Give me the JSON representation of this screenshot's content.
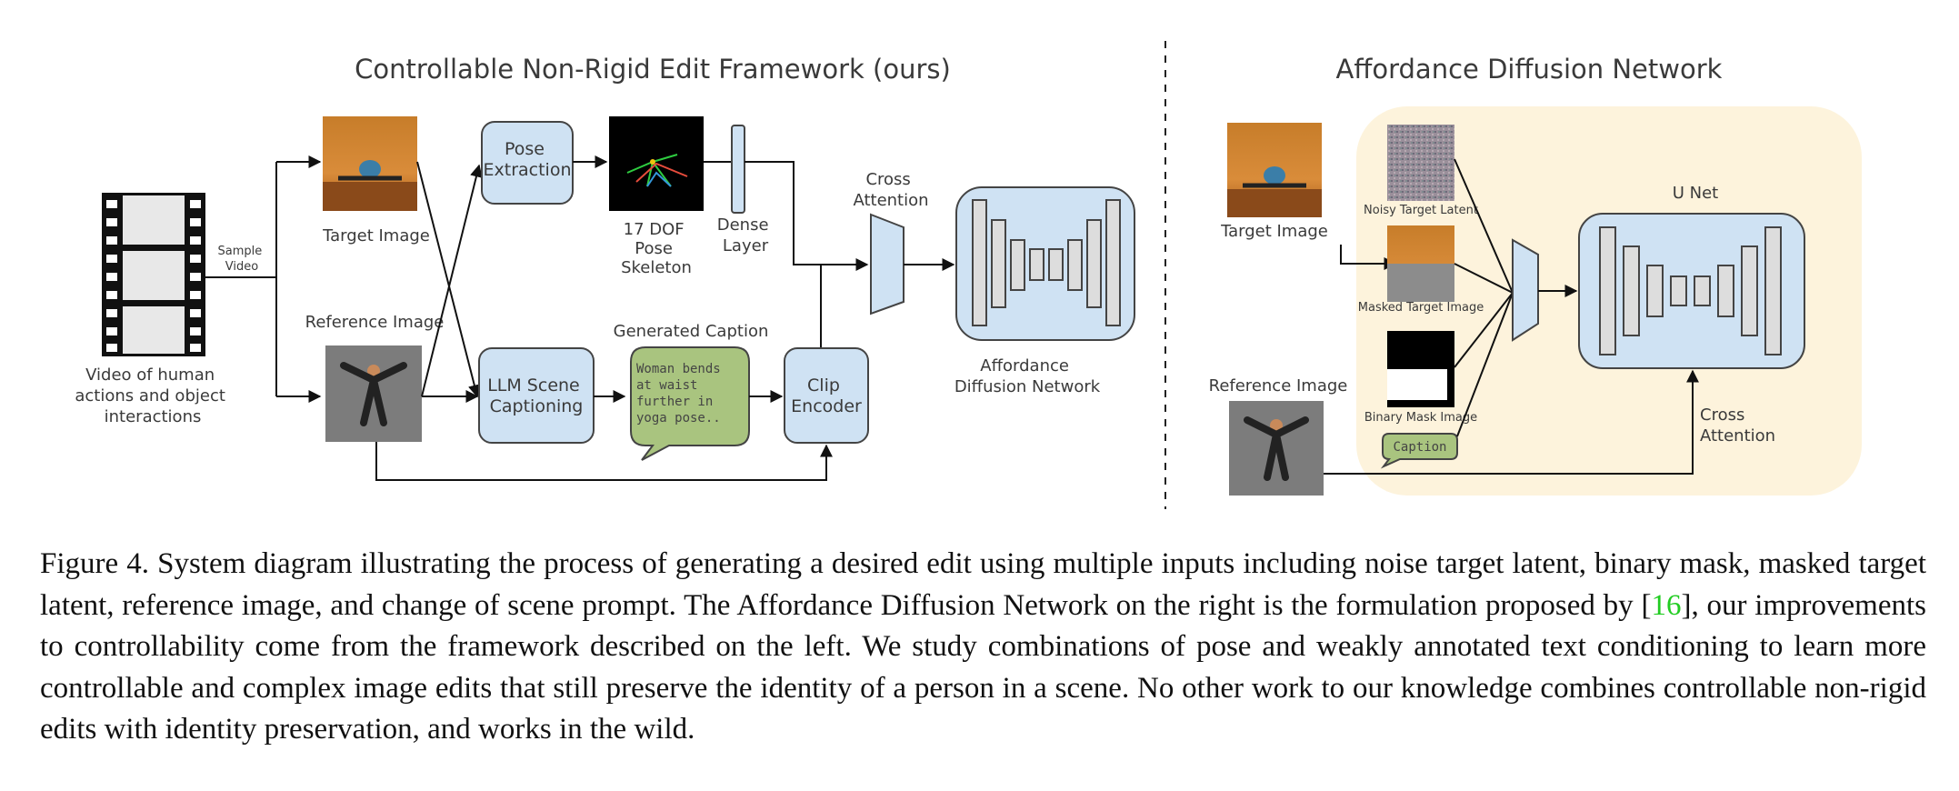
{
  "left_panel": {
    "title": "Controllable Non-Rigid Edit Framework (ours)",
    "video_label_lines": [
      "Video of human",
      "actions and object",
      "interactions"
    ],
    "sample_video_lines": [
      "Sample",
      "Video"
    ],
    "target_image_label": "Target Image",
    "reference_image_label": "Reference Image",
    "pose_extraction_lines": [
      "Pose",
      "Extraction"
    ],
    "pose_skeleton_lines": [
      "17 DOF",
      "Pose",
      "Skeleton"
    ],
    "dense_layer_lines": [
      "Dense",
      "Layer"
    ],
    "cross_attention_lines": [
      "Cross",
      "Attention"
    ],
    "llm_lines": [
      "LLM Scene",
      "Captioning"
    ],
    "generated_caption_label": "Generated Caption",
    "caption_text_lines": [
      "Woman bends",
      "at waist",
      "further in",
      "yoga pose.."
    ],
    "clip_encoder_lines": [
      "Clip",
      "Encoder"
    ],
    "adn_lines": [
      "Affordance",
      "Diffusion Network"
    ]
  },
  "right_panel": {
    "title": "Affordance Diffusion Network",
    "target_image_label": "Target Image",
    "reference_image_label": "Reference Image",
    "noisy_latent_label": "Noisy Target Latent",
    "masked_target_label": "Masked Target Image",
    "binary_mask_label": "Binary Mask Image",
    "caption_bubble": "Caption",
    "unet_label": "U Net",
    "cross_attention_lines": [
      "Cross",
      "Attention"
    ]
  },
  "caption": {
    "before_ref": "Figure 4. System diagram illustrating the process of generating a desired edit using multiple inputs including noise target latent, binary mask, masked target latent, reference image, and change of scene prompt. The Affordance Diffusion Network on the right is the formulation proposed by [",
    "ref": "16",
    "after_ref": "], our improvements to controllability come from the framework described on the left. We study combinations of pose and weakly annotated text conditioning to learn more controllable and complex image edits that still preserve the identity of a person in a scene. No other work to our knowledge combines controllable non-rigid edits with identity preservation, and works in the wild."
  },
  "colors": {
    "box_fill": "#cfe2f3",
    "caption_bubble_fill": "#a9c47f",
    "adn_background": "#fdf3dc",
    "reference_link": "#22cc22"
  }
}
